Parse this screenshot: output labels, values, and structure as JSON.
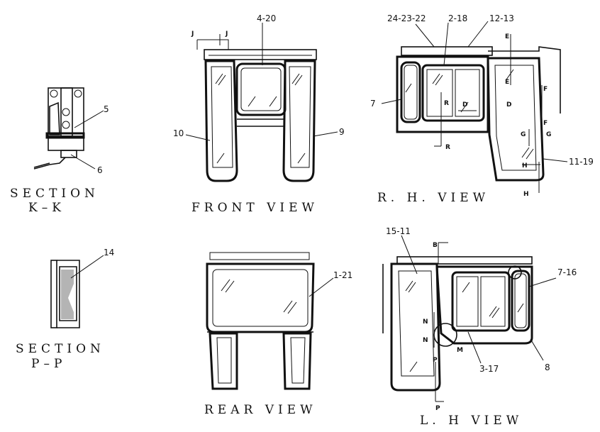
{
  "titles": {
    "section_kk_1": "SECTION",
    "section_kk_2": "K–K",
    "front_view": "FRONT VIEW",
    "rh_view": "R. H. VIEW",
    "section_pp_1": "SECTION",
    "section_pp_2": "P–P",
    "rear_view": "REAR VIEW",
    "lh_view": "L. H VIEW"
  },
  "callouts": {
    "kk_5": "5",
    "kk_6": "6",
    "pp_14": "14",
    "front_4_20": "4-20",
    "front_10": "10",
    "front_9": "9",
    "rear_1_21": "1-21",
    "rh_24_23_22": "24-23-22",
    "rh_2_18": "2-18",
    "rh_12_13": "12-13",
    "rh_7": "7",
    "rh_11_19": "11-19",
    "lh_15_11": "15-11",
    "lh_7_16": "7-16",
    "lh_3_17": "3-17",
    "lh_8": "8"
  },
  "section_marks": {
    "j_left": "J",
    "j_right": "J",
    "e_top": "E",
    "e_mid": "E",
    "f_top": "F",
    "f_bot": "F",
    "r_top": "R",
    "r_bot": "R",
    "d_left": "D",
    "d_right": "D",
    "g_left": "G",
    "g_right": "G",
    "h_left": "H",
    "h_bot": "H",
    "b_top": "B",
    "n_top": "N",
    "n_bot": "N",
    "m": "M",
    "p_top": "P",
    "p_bot": "P"
  }
}
